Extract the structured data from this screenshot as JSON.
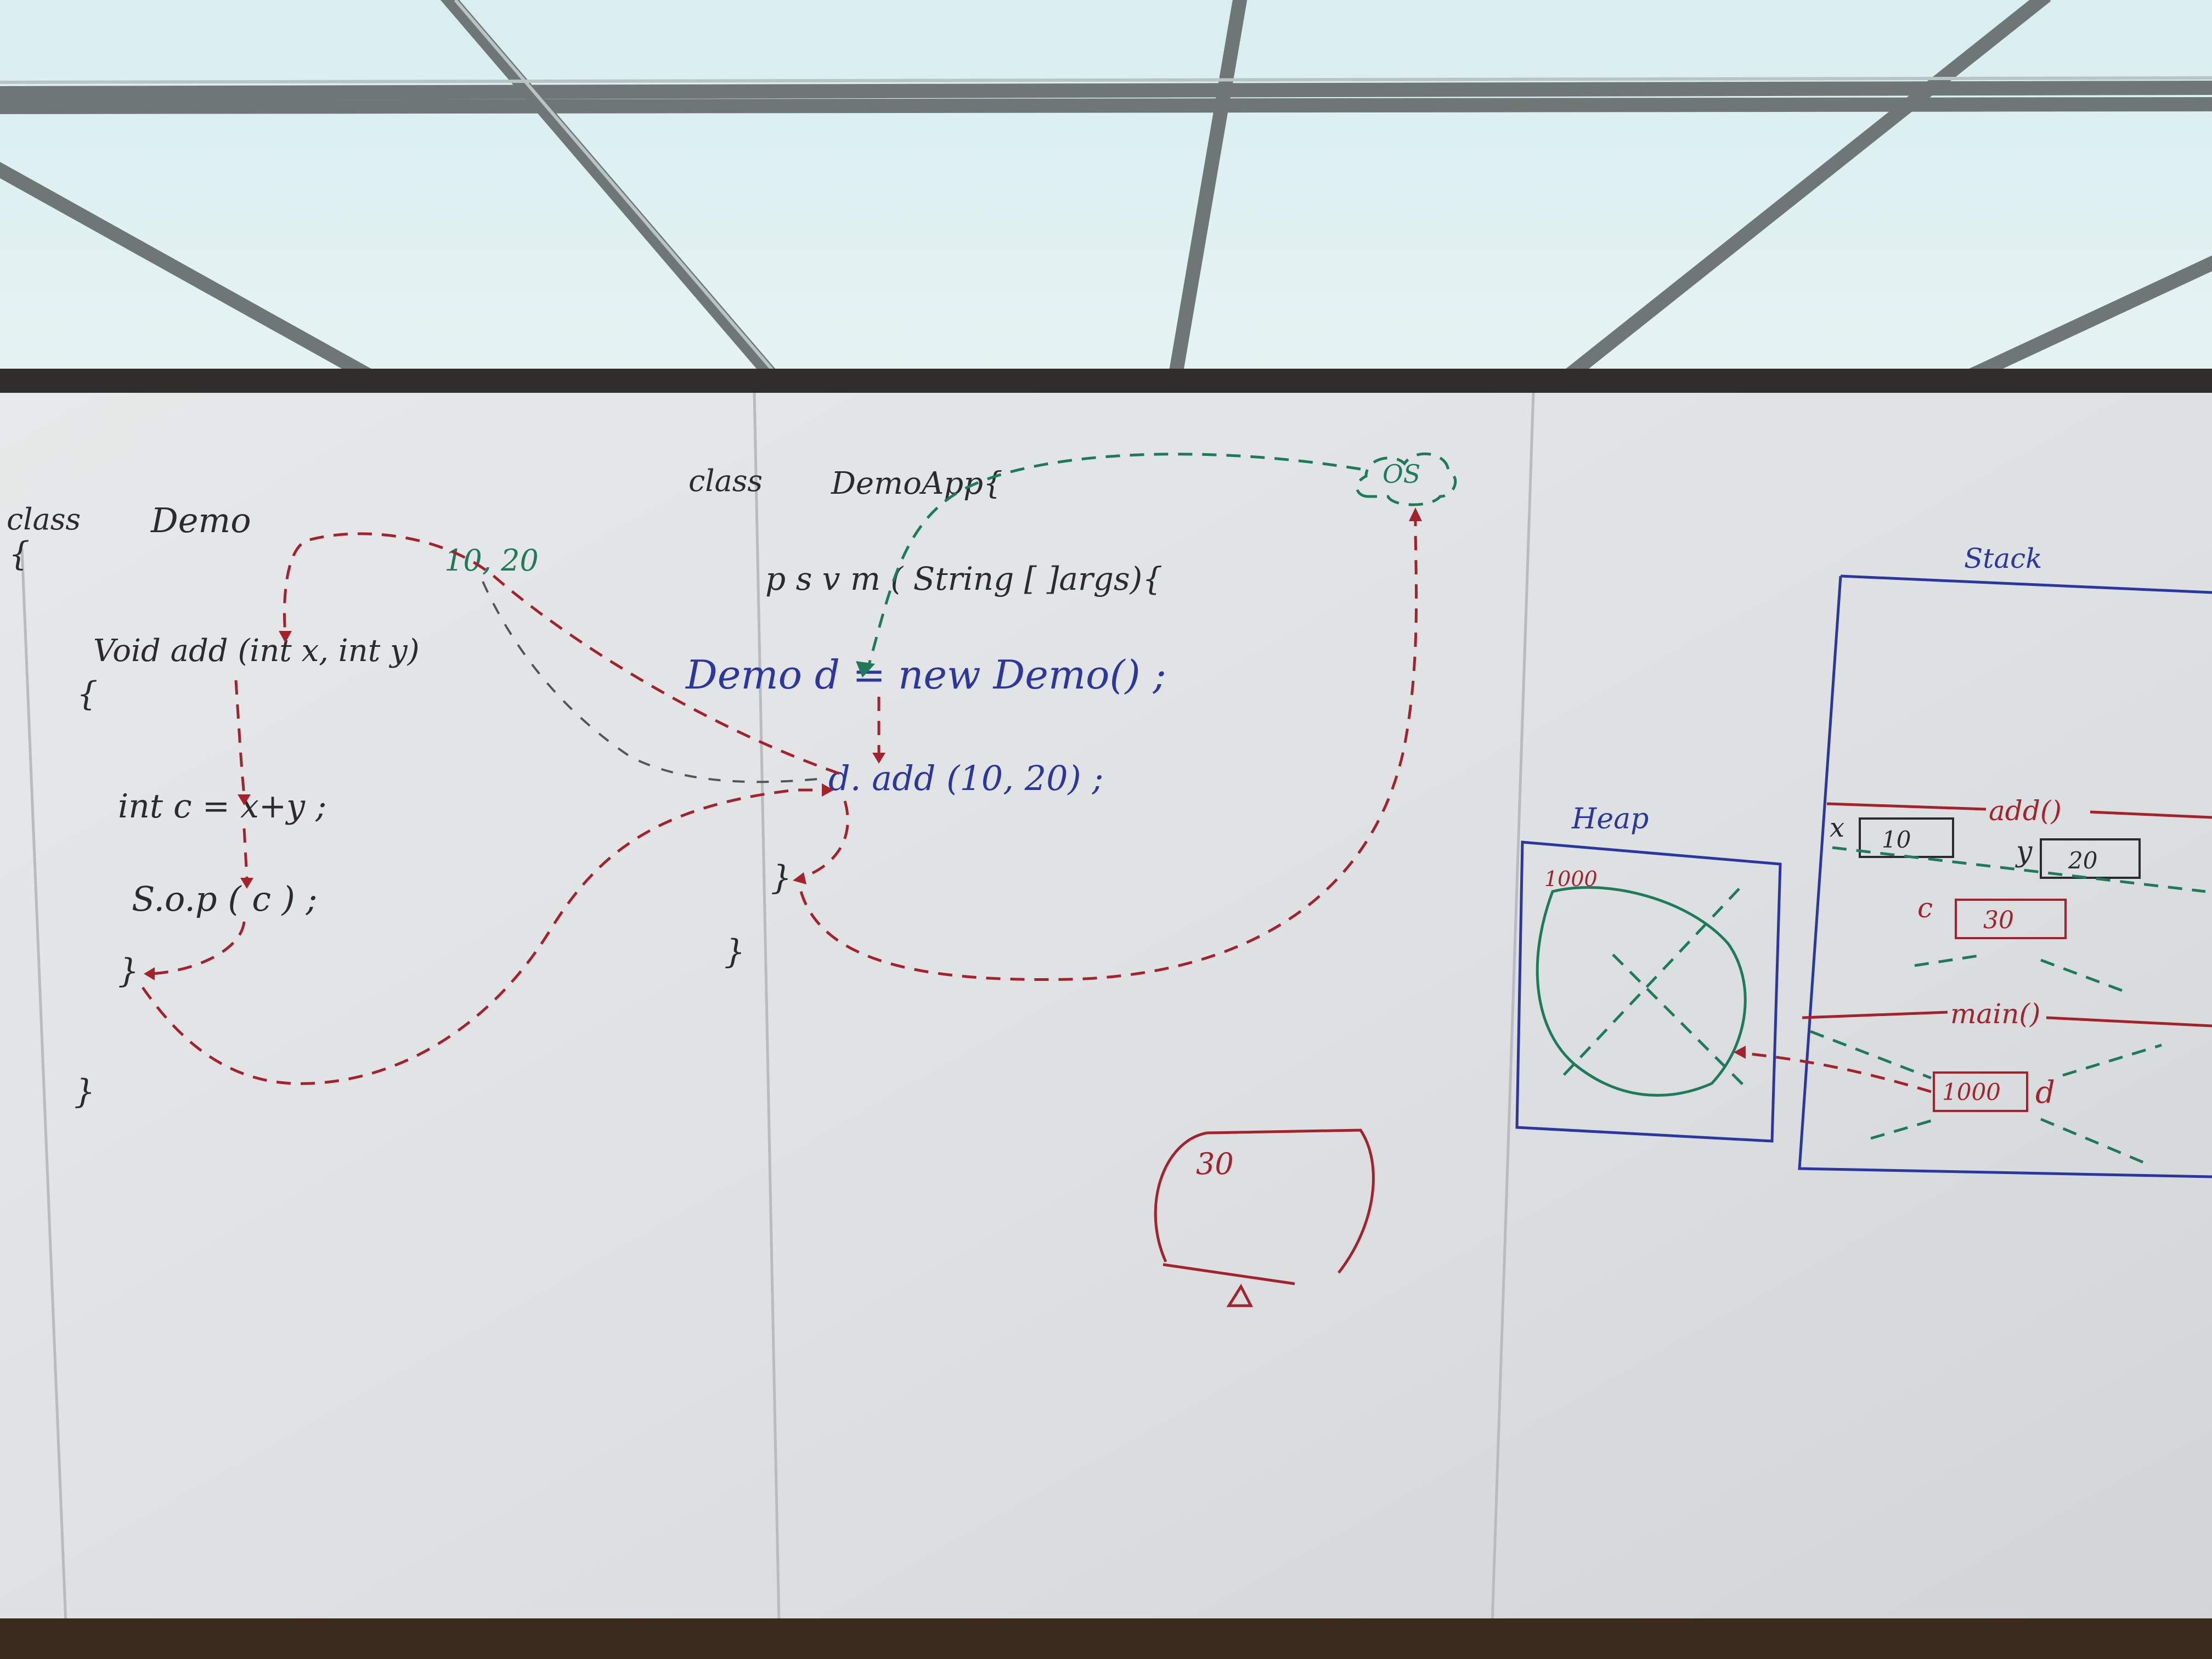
{
  "demo_class": {
    "class_kw": "class",
    "class_name": "Demo",
    "open_brace": "{",
    "method_sig": "Void add (int x, int y)",
    "method_open": "{",
    "stmt_int": "int c = x+y ;",
    "stmt_print": "S.o.p ( c ) ;",
    "method_close": "}",
    "class_close": "}",
    "args_note": "10, 20"
  },
  "app_class": {
    "class_kw": "class",
    "class_name": "DemoApp{",
    "main_sig": "p s v m ( String [ ]args){",
    "stmt_new": "Demo d = new Demo() ;",
    "stmt_call": "d. add (10, 20) ;",
    "inner_close": "}",
    "outer_close": "}",
    "os_label": "OS"
  },
  "memory": {
    "heap_title": "Heap",
    "heap_address": "1000",
    "stack_title": "Stack",
    "frame_add": "add()",
    "var_x": "x",
    "val_x": "10",
    "var_y": "y",
    "val_y": "20",
    "var_c": "c",
    "val_c": "30",
    "frame_main": "main()",
    "val_d": "1000",
    "var_d": "d"
  },
  "console": {
    "output": "30"
  }
}
